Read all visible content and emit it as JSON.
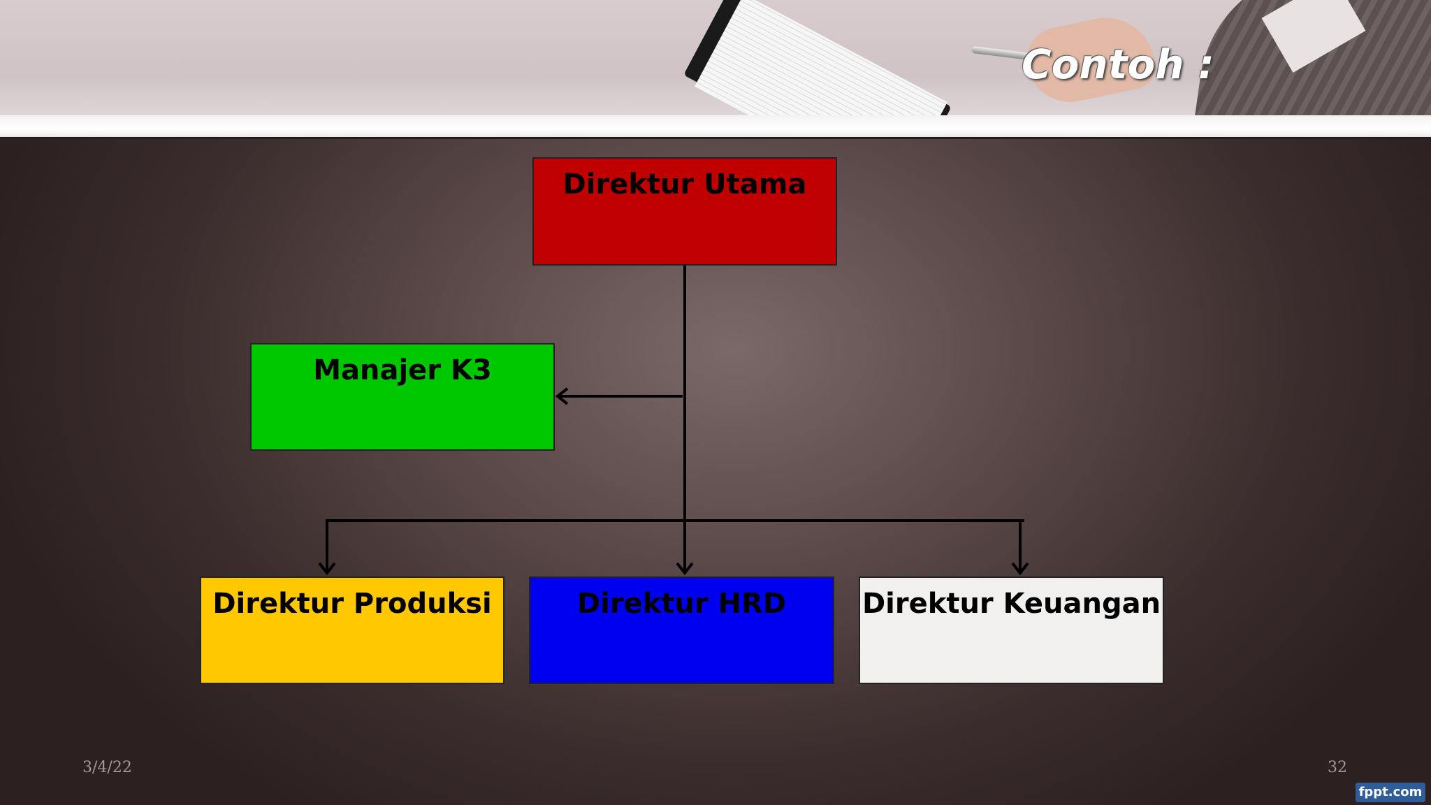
{
  "slide": {
    "title": "Contoh :",
    "date": "3/4/22",
    "page_number": "32",
    "watermark": "fppt.com"
  },
  "org_chart": {
    "nodes": [
      {
        "id": "direktur-utama",
        "label": "Direktur Utama",
        "color": "#c00000"
      },
      {
        "id": "manajer-k3",
        "label": "Manajer K3",
        "color": "#00c800"
      },
      {
        "id": "direktur-produksi",
        "label": "Direktur Produksi",
        "color": "#ffc800"
      },
      {
        "id": "direktur-hrd",
        "label": "Direktur HRD",
        "color": "#0000f0"
      },
      {
        "id": "direktur-keuangan",
        "label": "Direktur Keuangan",
        "color": "#f2f0ee"
      }
    ],
    "edges": [
      {
        "from": "direktur-utama",
        "to": "manajer-k3"
      },
      {
        "from": "direktur-utama",
        "to": "direktur-produksi"
      },
      {
        "from": "direktur-utama",
        "to": "direktur-hrd"
      },
      {
        "from": "direktur-utama",
        "to": "direktur-keuangan"
      }
    ]
  }
}
